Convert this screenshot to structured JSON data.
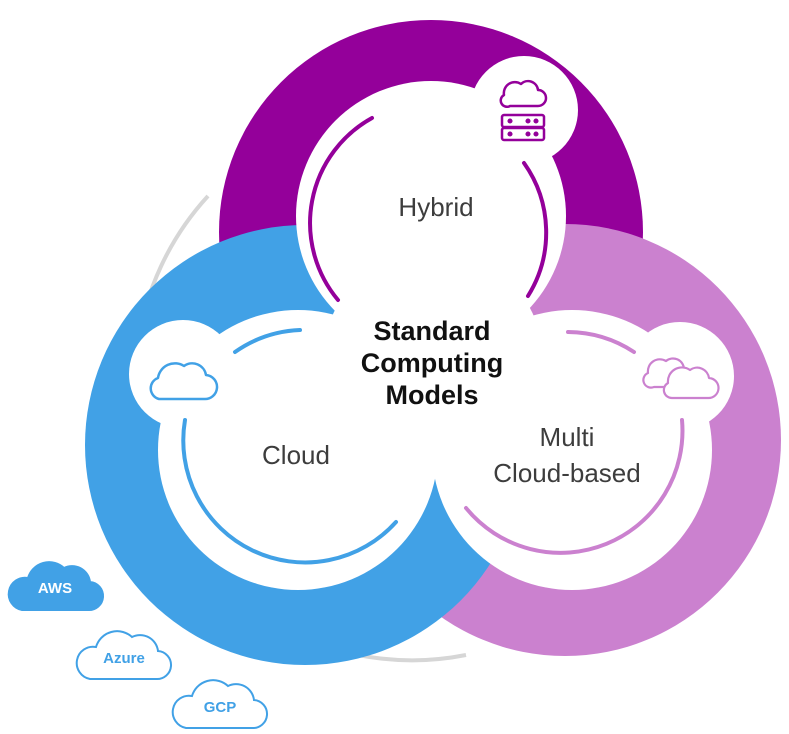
{
  "center": {
    "line1": "Standard",
    "line2": "Computing",
    "line3": "Models"
  },
  "models": {
    "hybrid": {
      "label": "Hybrid",
      "color": "#94009a",
      "icon": "cloud-server-icon"
    },
    "cloud": {
      "label": "Cloud",
      "color": "#41a1e6",
      "icon": "cloud-icon"
    },
    "multi": {
      "line1": "Multi",
      "line2": "Cloud-based",
      "color": "#cb81cf",
      "icon": "multi-cloud-icon"
    }
  },
  "providers": [
    {
      "label": "AWS",
      "style": "filled",
      "color": "#41a1e6"
    },
    {
      "label": "Azure",
      "style": "outline",
      "color": "#41a1e6"
    },
    {
      "label": "GCP",
      "style": "outline",
      "color": "#41a1e6"
    }
  ],
  "arc_color": "#d6d6d6"
}
